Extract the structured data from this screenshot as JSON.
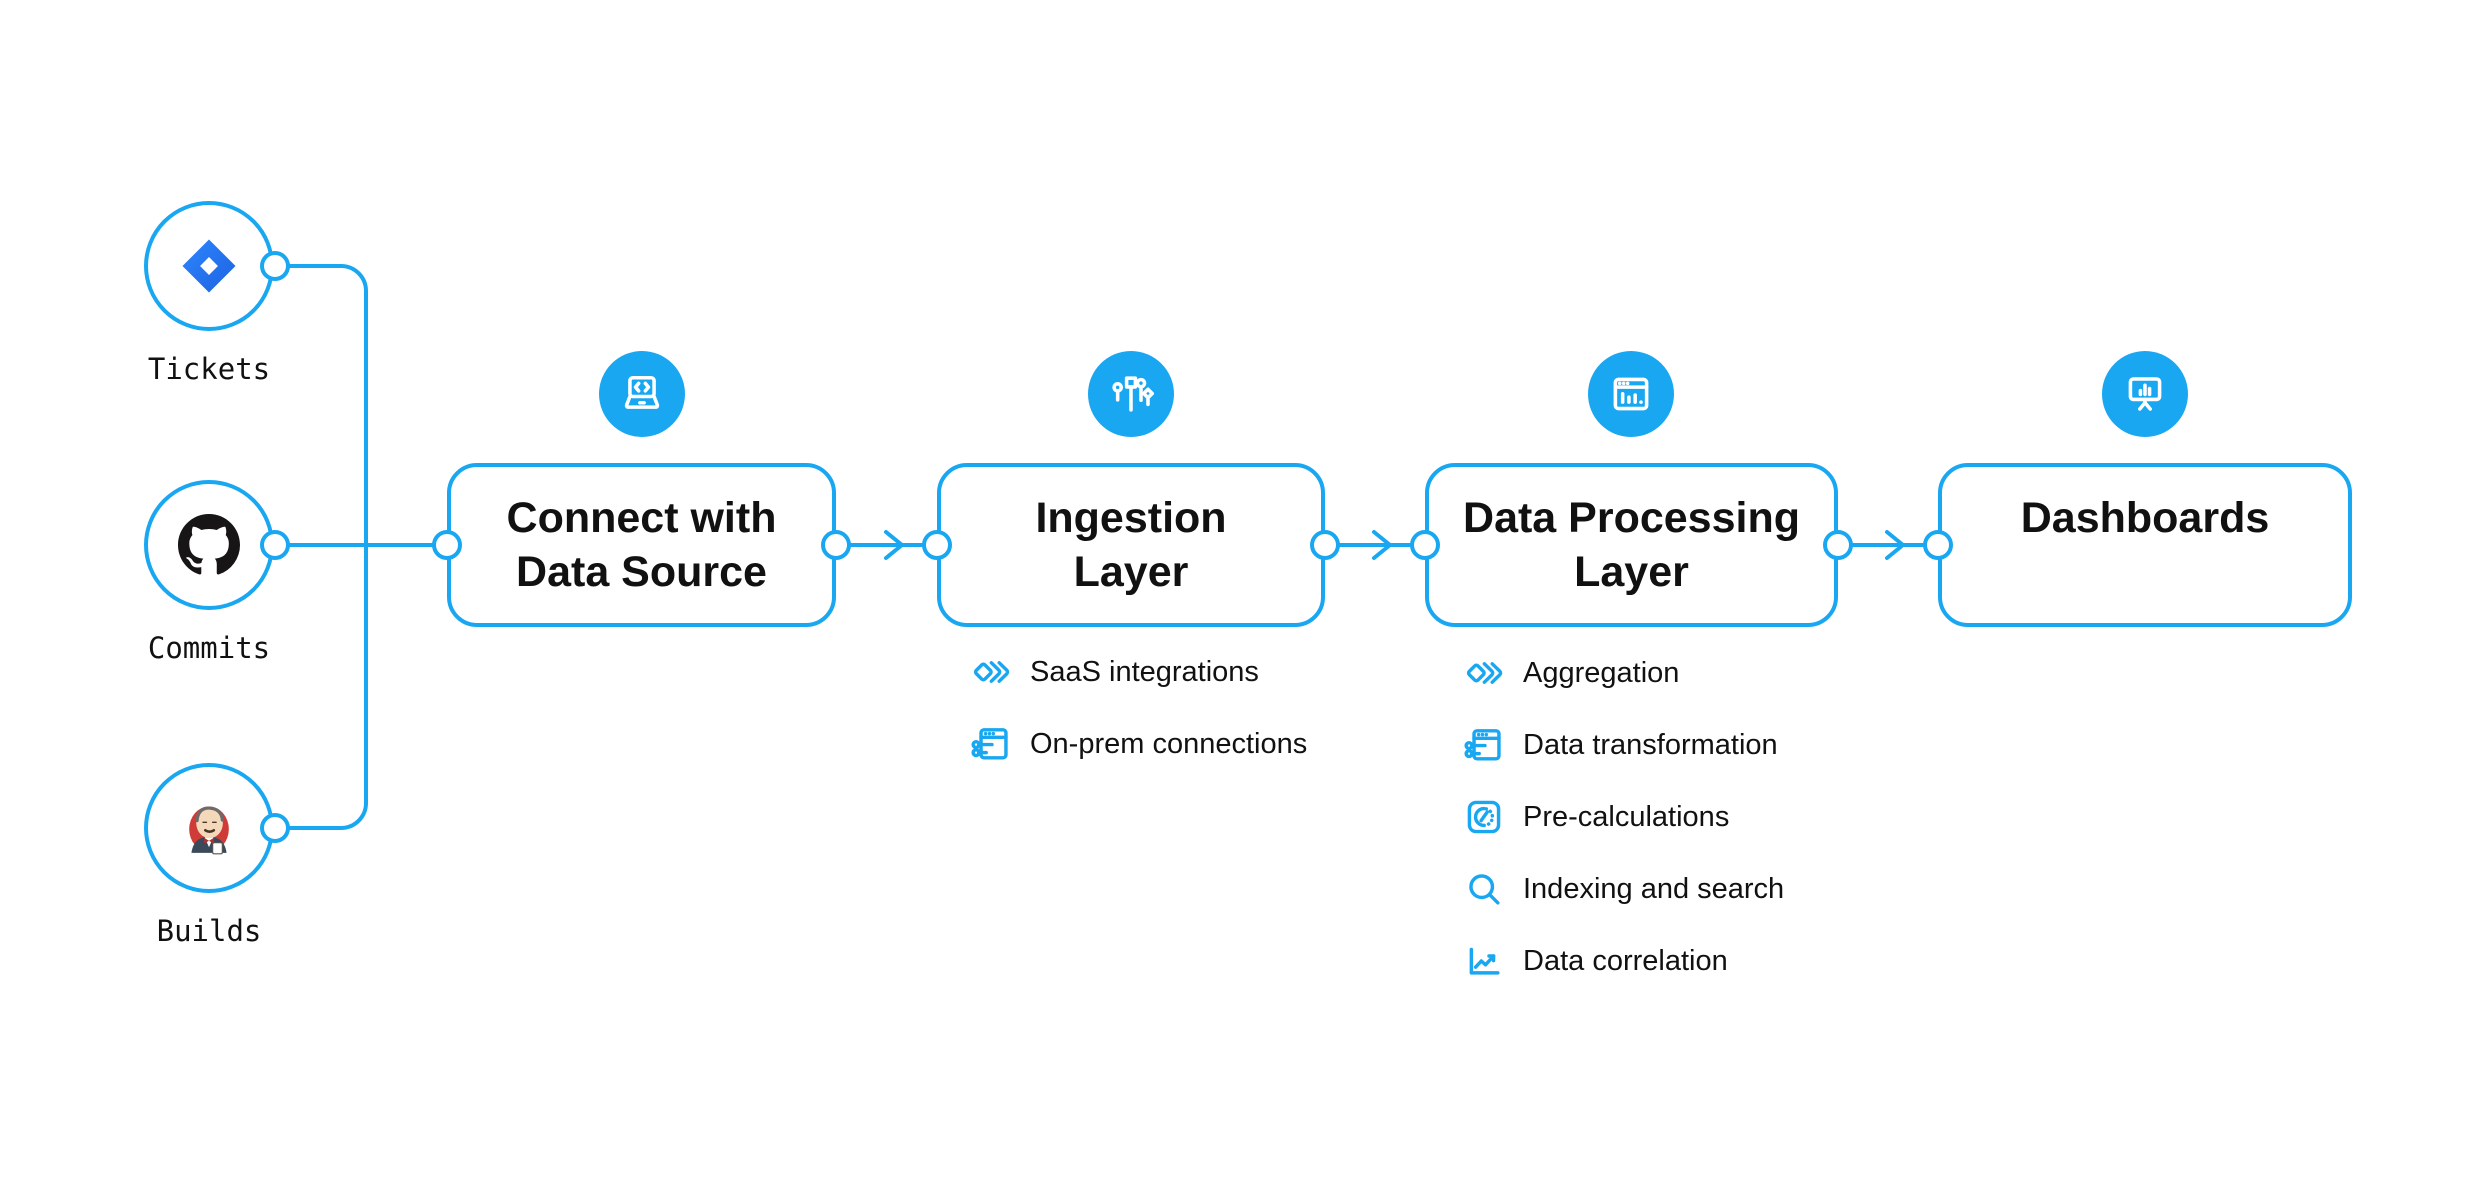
{
  "colors": {
    "accent": "#1aa7f1",
    "text": "#111111",
    "background": "#ffffff",
    "jira_blue": "#2684ff",
    "jira_blue_dark": "#0b53d6",
    "github_black": "#171515",
    "jenkins_red": "#cf3b36"
  },
  "sources": [
    {
      "id": "tickets",
      "label": "Tickets",
      "icon": "jira-icon"
    },
    {
      "id": "commits",
      "label": "Commits",
      "icon": "github-icon"
    },
    {
      "id": "builds",
      "label": "Builds",
      "icon": "jenkins-icon"
    }
  ],
  "stages": [
    {
      "id": "connect",
      "title_line1": "Connect with",
      "title_line2": "Data Source",
      "icon": "laptop-code-icon",
      "features": []
    },
    {
      "id": "ingestion",
      "title_line1": "Ingestion",
      "title_line2": "Layer",
      "icon": "circuit-icon",
      "features": [
        {
          "icon": "layers-icon",
          "label": "SaaS integrations"
        },
        {
          "icon": "window-sliders-icon",
          "label": "On-prem connections"
        }
      ]
    },
    {
      "id": "processing",
      "title_line1": "Data Processing",
      "title_line2": "Layer",
      "icon": "window-chart-icon",
      "features": [
        {
          "icon": "layers-icon",
          "label": "Aggregation"
        },
        {
          "icon": "window-sliders-icon",
          "label": "Data transformation"
        },
        {
          "icon": "gauge-icon",
          "label": "Pre-calculations"
        },
        {
          "icon": "search-icon",
          "label": "Indexing and search"
        },
        {
          "icon": "line-chart-icon",
          "label": "Data correlation"
        }
      ]
    },
    {
      "id": "dashboards",
      "title_line1": "Dashboards",
      "title_line2": "",
      "icon": "presentation-chart-icon",
      "features": []
    }
  ]
}
